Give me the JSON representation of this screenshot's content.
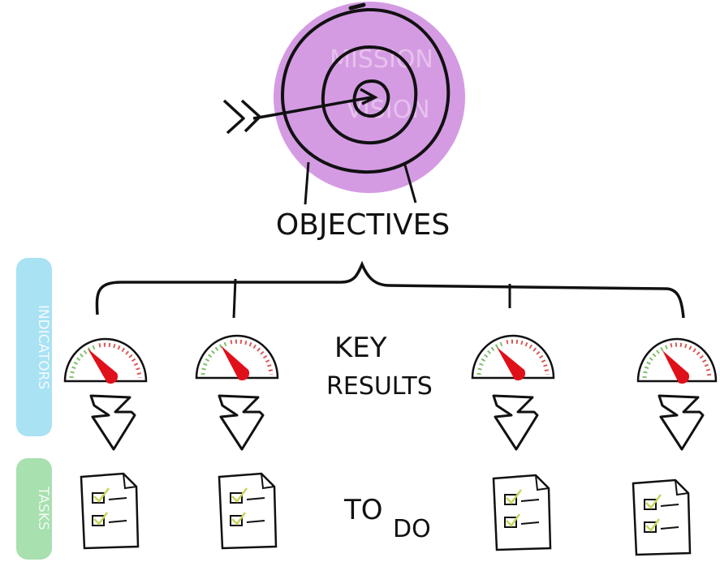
{
  "colors": {
    "target_fill": "#d49be3",
    "ink": "#111111",
    "needle": "#e0101a",
    "dial_ticks_green": "#7fbf6a",
    "dial_ticks_red": "#d85a5a",
    "side_label_blue": "#a9e2f3",
    "side_label_green": "#a8e0b0",
    "doc_check": "#c8d45a"
  },
  "icons": {
    "target": "target-icon",
    "arrow": "arrow-icon",
    "gauge": "gauge-icon",
    "down_arrow": "zigzag-down-arrow-icon",
    "document": "checklist-document-icon"
  },
  "labels": {
    "mission_line1": "MISSION",
    "mission_line2": "VISION",
    "objectives": "OBJECTIVES",
    "key_results_line1": "KEY",
    "key_results_line2": "RESULTS",
    "todo_line1": "TO",
    "todo_line2": "DO",
    "side_top": "INDICATORS",
    "side_bottom": "TASKS"
  }
}
